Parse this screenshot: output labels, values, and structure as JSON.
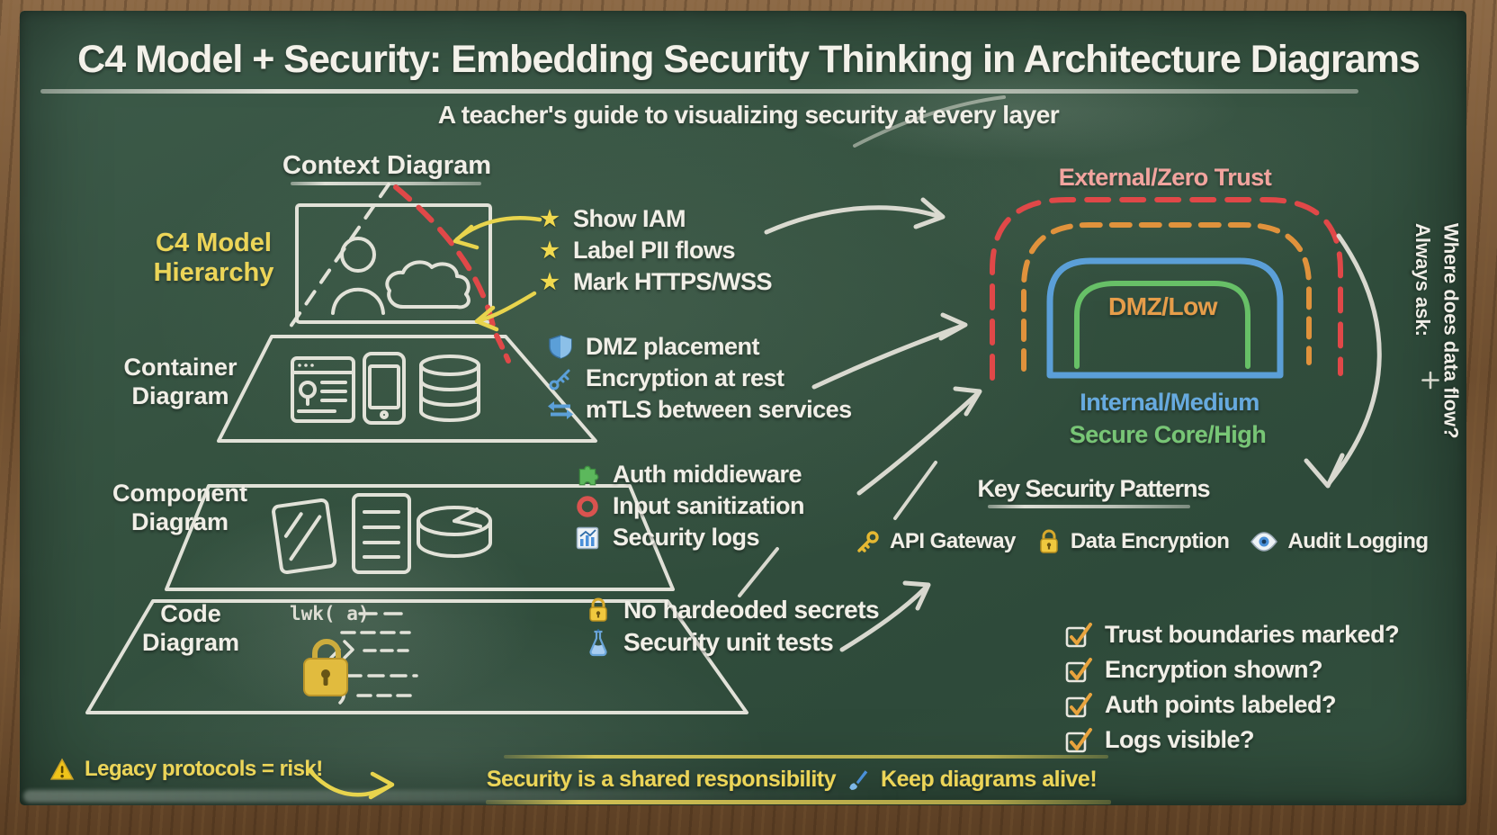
{
  "header": {
    "title": "C4 Model + Security: Embedding Security Thinking in Architecture Diagrams",
    "subtitle": "A teacher's guide to visualizing security at every layer"
  },
  "pyramid": {
    "context_heading": "Context Diagram",
    "hierarchy_label": "C4 Model\nHierarchy",
    "container_label": "Container\nDiagram",
    "component_label": "Component\nDiagram",
    "code_label": "Code\nDiagram",
    "code_snippet": "lwk( a)"
  },
  "annotations": {
    "context_items": [
      {
        "icon": "star",
        "text": "Show IAM"
      },
      {
        "icon": "star",
        "text": "Label PII flows"
      },
      {
        "icon": "star",
        "text": "Mark HTTPS/WSS"
      }
    ],
    "container_items": [
      {
        "icon": "shield",
        "text": "DMZ placement"
      },
      {
        "icon": "key",
        "text": "Encryption at rest"
      },
      {
        "icon": "double-arrow",
        "text": "mTLS between services"
      }
    ],
    "component_items": [
      {
        "icon": "puzzle",
        "text": "Auth middieware"
      },
      {
        "icon": "ring",
        "text": "Input sanitization"
      },
      {
        "icon": "bar-chart",
        "text": "Security logs"
      }
    ],
    "code_items": [
      {
        "icon": "padlock",
        "text": "No hardeoded secrets"
      },
      {
        "icon": "flask",
        "text": "Security unit tests"
      }
    ]
  },
  "trust_zones": {
    "external": "External/Zero Trust",
    "dmz": "DMZ/Low",
    "internal": "Internal/Medium",
    "secure_core": "Secure Core/High"
  },
  "patterns": {
    "heading": "Key Security Patterns",
    "items": [
      {
        "icon": "key",
        "text": "API Gateway"
      },
      {
        "icon": "padlock",
        "text": "Data Encryption"
      },
      {
        "icon": "eye",
        "text": "Audit Logging"
      }
    ]
  },
  "checklist": [
    "Trust boundaries marked?",
    "Encryption shown?",
    "Auth points labeled?",
    "Logs visible?"
  ],
  "side_note": {
    "line1": "Always ask:",
    "line2": "Where does data flow?"
  },
  "footer": {
    "warning": "Legacy protocols = risk!",
    "banner_part1": "Security is a shared responsibility",
    "banner_part2": "Keep diagrams alive!"
  },
  "glyphs": {
    "star": "★"
  },
  "colors": {
    "board_green": "#35523f",
    "wood_brown": "#7a5836",
    "chalk_white": "#f1efe7",
    "chalk_yellow": "#ecd557",
    "zone_external_text": "#f2a49e",
    "zone_dmz_text": "#e69d49",
    "zone_internal_text": "#66aadf",
    "zone_core_text": "#77c675",
    "boundary_red": "#e04848",
    "boundary_orange": "#e0923c",
    "boundary_blue": "#5b9fd8",
    "boundary_green": "#67c067",
    "icon_gold": "#f0c83e",
    "icon_blue": "#5b9fd8",
    "icon_green": "#5cb85c",
    "icon_red": "#d9534f"
  }
}
